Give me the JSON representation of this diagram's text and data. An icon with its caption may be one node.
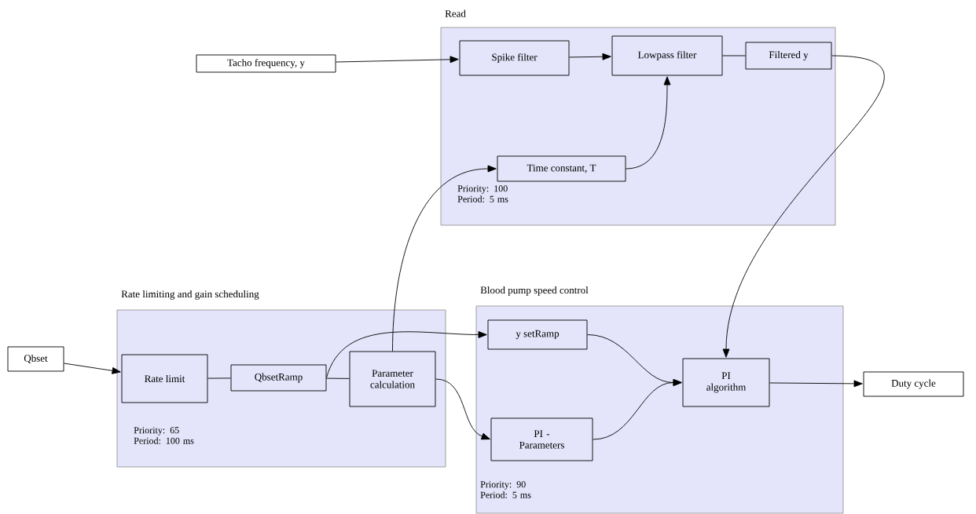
{
  "diagram": {
    "nodes": [
      {
        "text": [
          "Tacho frequency, y"
        ]
      },
      {
        "text": [
          "Read",
          "Priority: 100 Period: 5 ms"
        ]
      },
      {
        "text": [
          "Spike filter"
        ],
        "in": 1
      },
      {
        "text": [
          "Lowpass filter"
        ],
        "in": 1
      },
      {
        "text": [
          "Filtered y"
        ],
        "in": 1
      },
      {
        "text": [
          "Time constant, T"
        ],
        "in": 1
      },
      {
        "text": [
          "Rate limiting and gain scheduling",
          "Priority: 65 Period: 100 ms"
        ]
      },
      {
        "text": [
          "Qbset"
        ]
      },
      {
        "text": [
          "Rate limit"
        ],
        "in": 6
      },
      {
        "text": [
          "QbsetRamp"
        ],
        "in": 6
      },
      {
        "text": [
          "Parameter calculation"
        ],
        "in": 6
      },
      {
        "text": [
          "Blood pump speed control",
          "Priority: 90 Period: 5 ms"
        ]
      },
      {
        "text": [
          "y setRamp"
        ],
        "in": 11
      },
      {
        "text": [
          "PI - Parameters"
        ],
        "in": 11
      },
      {
        "text": [
          "PI algorithm"
        ],
        "in": 11
      },
      {
        "text": [
          "Duty cycle"
        ]
      }
    ],
    "edges": [
      {
        "from": 0,
        "to": 2,
        "arrow": "to"
      },
      {
        "from": 2,
        "to": 3,
        "arrow": "to"
      },
      {
        "from": 3,
        "to": 4,
        "arrow": "none"
      },
      {
        "from": 4,
        "to": 14,
        "arrow": "to"
      },
      {
        "from": 5,
        "to": 3,
        "arrow": "to"
      },
      {
        "from": 10,
        "to": 5,
        "arrow": "to"
      },
      {
        "from": 7,
        "to": 8,
        "arrow": "to"
      },
      {
        "from": 8,
        "to": 9,
        "arrow": "none"
      },
      {
        "from": 9,
        "to": 10,
        "arrow": "none"
      },
      {
        "from": 9,
        "to": 12,
        "arrow": "to"
      },
      {
        "from": 10,
        "to": 13,
        "arrow": "to"
      },
      {
        "from": 12,
        "to": 14,
        "arrow": "to"
      },
      {
        "from": 13,
        "to": 14,
        "arrow": "to"
      },
      {
        "from": 14,
        "to": 15,
        "arrow": "to"
      }
    ]
  }
}
